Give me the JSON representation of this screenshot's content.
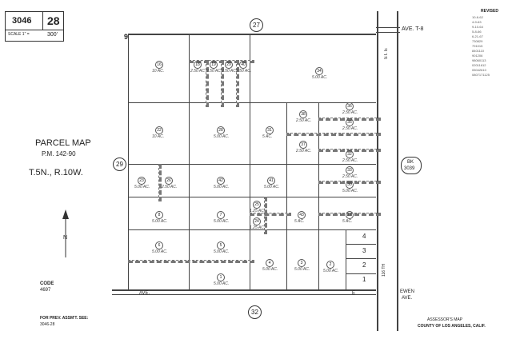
{
  "header": {
    "book": "3046",
    "page": "28",
    "scale_label": "SCALE 1\" =",
    "scale_value": "300'"
  },
  "streets": {
    "north_label": "27",
    "south_label": "32",
    "west_label": "29",
    "ave_t8": "AVE. T-8",
    "st_e": "ST. E",
    "bottom_ave": "AVE.",
    "ewen": "EWEN",
    "ewen_ave": "AVE.",
    "st_e_bottom": "116 TH",
    "st_bottom2": "E"
  },
  "corner_marker": "9",
  "title": {
    "line1": "PARCEL MAP",
    "line2": "P.M. 142-90",
    "township": "T.5N., R.10W."
  },
  "bk_ref": {
    "label": "BK",
    "value": "3039"
  },
  "code": {
    "label": "CODE",
    "value": "4697"
  },
  "prev_assmt": {
    "line1": "FOR PREV. ASSM'T. SEE:",
    "line2": "3046-28"
  },
  "footer_right": {
    "line1": "ASSESSOR'S MAP",
    "line2": "COUNTY OF LOS ANGELES, CALIF."
  },
  "revised": {
    "title": "REVISED",
    "entries": [
      "10-6-62",
      "4-9-63",
      "9-10-64",
      "5-8-66",
      "6-21-67",
      "730829",
      "791015",
      "8401110",
      "901206",
      "98060113",
      "02011612",
      "05042610",
      "0807171125"
    ]
  },
  "parcels": [
    {
      "num": "16",
      "area": "10 AC."
    },
    {
      "num": "18",
      "area": "2.50 AC."
    },
    {
      "num": "19",
      "area": "2.50 AC."
    },
    {
      "num": "29",
      "area": "2.50 AC."
    },
    {
      "num": "40",
      "area": "2.50 AC."
    },
    {
      "num": "34",
      "area": "5.00 AC."
    },
    {
      "num": "22",
      "area": "10 AC."
    },
    {
      "num": "28",
      "area": "5.00 AC."
    },
    {
      "num": "31",
      "area": "5 AC."
    },
    {
      "num": "38",
      "area": "2.50 AC."
    },
    {
      "num": "37",
      "area": "2.50 AC."
    },
    {
      "num": "36",
      "area": "2.50 AC."
    },
    {
      "num": "35",
      "area": "2.50 AC."
    },
    {
      "num": "32",
      "area": "2.50 AC."
    },
    {
      "num": "33",
      "area": "2.50 AC."
    },
    {
      "num": "26",
      "area": "2.50 AC."
    },
    {
      "num": "23",
      "area": "5.00 AC."
    },
    {
      "num": "42",
      "area": "5.00 AC."
    },
    {
      "num": "41",
      "area": "5.00 AC."
    },
    {
      "num": "30",
      "area": "5.00 AC."
    },
    {
      "num": "8",
      "area": "5.00 AC."
    },
    {
      "num": "7",
      "area": "5.00 AC."
    },
    {
      "num": "25",
      "area": "1.25 AC."
    },
    {
      "num": "24",
      "area": "1.25 AC."
    },
    {
      "num": "43",
      "area": "5 AC."
    },
    {
      "num": "27",
      "area": "5 AC."
    },
    {
      "num": "6",
      "area": "5.00 AC."
    },
    {
      "num": "5",
      "area": "5.00 AC."
    },
    {
      "num": "4",
      "area": "5.00 AC."
    },
    {
      "num": "3",
      "area": "5.00 AC."
    },
    {
      "num": "2",
      "area": "5.00 AC."
    },
    {
      "num": "1",
      "area": "5.00 AC."
    }
  ],
  "small_lots": [
    "4",
    "3",
    "2",
    "1"
  ],
  "north_arrow": "N"
}
